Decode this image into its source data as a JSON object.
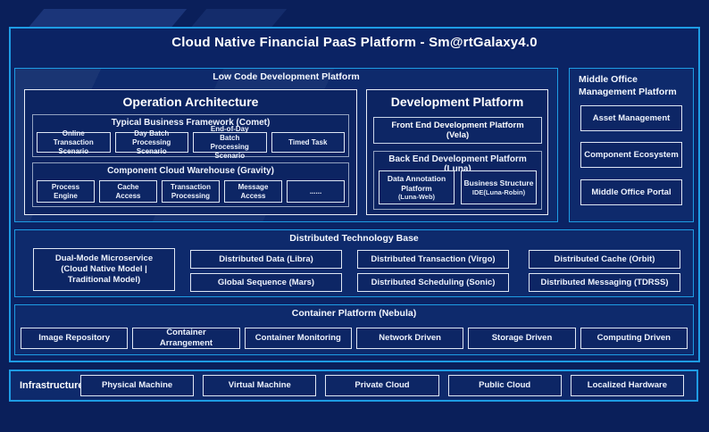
{
  "title": "Cloud Native Financial PaaS Platform - Sm@rtGalaxy4.0",
  "colors": {
    "accent_border": "#1e9ce4",
    "background": "#0a1f5a",
    "panel_fill": "#0d2665",
    "light_border": "#dfe7f4",
    "gray_border": "#93a2c0",
    "text": "#ffffff"
  },
  "low_code": {
    "label": "Low Code Development Platform",
    "operation_architecture": {
      "title": "Operation Architecture",
      "typical_business": {
        "label": "Typical Business Framework (Comet)",
        "items": [
          "Online Transaction Scenario",
          "Day Batch Processing Scenario",
          "End-of-Day Batch Processing Scenario",
          "Timed Task"
        ]
      },
      "component_warehouse": {
        "label": "Component Cloud Warehouse (Gravity)",
        "items": [
          "Process Engine",
          "Cache Access",
          "Transaction Processing",
          "Message Access",
          "......"
        ]
      }
    },
    "development_platform": {
      "title": "Development Platform",
      "front_end": "Front End Development Platform (Vela)",
      "back_end": {
        "label": "Back End Development Platform (Luna)",
        "items": [
          {
            "name": "Data Annotation Platform",
            "sub": "(Luna-Web)"
          },
          {
            "name": "Business Structure",
            "sub": "IDE(Luna-Robin)"
          }
        ]
      }
    }
  },
  "middle_office": {
    "label": "Middle Office Management Platform",
    "items": [
      "Asset Management",
      "Component Ecosystem",
      "Middle Office Portal"
    ]
  },
  "distributed_base": {
    "label": "Distributed Technology Base",
    "dual_mode": "Dual-Mode Microservice (Cloud Native Model | Traditional Model)",
    "grid": [
      [
        "Distributed Data (Libra)",
        "Distributed Transaction (Virgo)",
        "Distributed Cache (Orbit)"
      ],
      [
        "Global Sequence (Mars)",
        "Distributed Scheduling (Sonic)",
        "Distributed Messaging (TDRSS)"
      ]
    ]
  },
  "container_platform": {
    "label": "Container Platform (Nebula)",
    "items": [
      "Image Repository",
      "Container Arrangement",
      "Container Monitoring",
      "Network Driven",
      "Storage Driven",
      "Computing Driven"
    ]
  },
  "infrastructure": {
    "label": "Infrastructure",
    "items": [
      "Physical Machine",
      "Virtual Machine",
      "Private Cloud",
      "Public Cloud",
      "Localized Hardware"
    ]
  }
}
